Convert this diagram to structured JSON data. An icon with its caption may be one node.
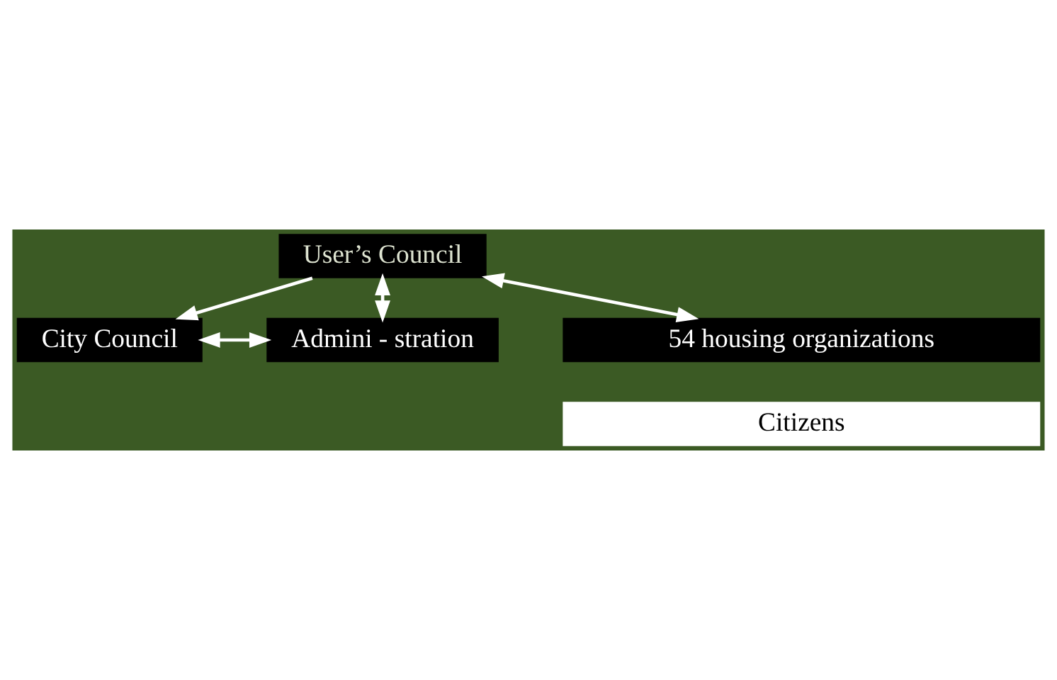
{
  "diagram": {
    "nodes": [
      {
        "text": [
          "City Council"
        ]
      },
      {
        "text": [
          "Admini - stration"
        ]
      },
      {
        "text": [
          "User’s Council"
        ]
      },
      {
        "text": [
          "54 housing organizations"
        ]
      },
      {
        "text": [
          "Citizens"
        ]
      }
    ],
    "edges": [
      {
        "from": 2,
        "to": 0,
        "arrow": "to"
      },
      {
        "from": 0,
        "to": 1,
        "arrow": "both"
      },
      {
        "from": 2,
        "to": 1,
        "arrow": "both"
      },
      {
        "from": 2,
        "to": 3,
        "arrow": "both"
      }
    ]
  }
}
